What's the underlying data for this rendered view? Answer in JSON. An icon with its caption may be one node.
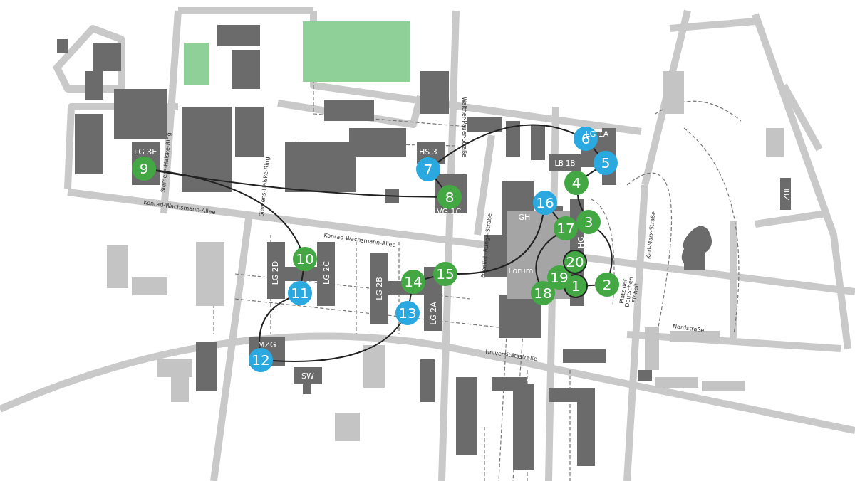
{
  "diagram": {
    "nodes": [
      {
        "text": [
          "1"
        ]
      },
      {
        "text": [
          "2"
        ]
      },
      {
        "text": [
          "3"
        ]
      },
      {
        "text": [
          "4"
        ]
      },
      {
        "text": [
          "5"
        ]
      },
      {
        "text": [
          "6"
        ]
      },
      {
        "text": [
          "7"
        ]
      },
      {
        "text": [
          "8"
        ]
      },
      {
        "text": [
          "9"
        ]
      },
      {
        "text": [
          "10"
        ]
      },
      {
        "text": [
          "11"
        ]
      },
      {
        "text": [
          "12"
        ]
      },
      {
        "text": [
          "13"
        ]
      },
      {
        "text": [
          "14"
        ]
      },
      {
        "text": [
          "15"
        ]
      },
      {
        "text": [
          "16"
        ]
      },
      {
        "text": [
          "17"
        ]
      },
      {
        "text": [
          "18"
        ]
      },
      {
        "text": [
          "19"
        ]
      },
      {
        "text": [
          "20"
        ]
      }
    ],
    "edges": [
      {
        "from": 0,
        "to": 1,
        "arrow": "none"
      },
      {
        "from": 1,
        "to": 2,
        "arrow": "none"
      },
      {
        "from": 2,
        "to": 3,
        "arrow": "none"
      },
      {
        "from": 3,
        "to": 4,
        "arrow": "none"
      },
      {
        "from": 4,
        "to": 5,
        "arrow": "none"
      },
      {
        "from": 5,
        "to": 6,
        "arrow": "none"
      },
      {
        "from": 6,
        "to": 7,
        "arrow": "none"
      },
      {
        "from": 7,
        "to": 8,
        "arrow": "none"
      },
      {
        "from": 8,
        "to": 9,
        "arrow": "none"
      },
      {
        "from": 9,
        "to": 10,
        "arrow": "none"
      },
      {
        "from": 10,
        "to": 11,
        "arrow": "none"
      },
      {
        "from": 11,
        "to": 12,
        "arrow": "none"
      },
      {
        "from": 12,
        "to": 13,
        "arrow": "none"
      },
      {
        "from": 13,
        "to": 14,
        "arrow": "none"
      },
      {
        "from": 14,
        "to": 15,
        "arrow": "none"
      },
      {
        "from": 15,
        "to": 16,
        "arrow": "none"
      },
      {
        "from": 16,
        "to": 17,
        "arrow": "none"
      }
    ],
    "labels": [
      "LG 1A",
      "Walther-Pauer-Straße",
      "HS 3",
      "LB 1B",
      "LG 3E",
      "Siemens-Halske-Ring",
      "Siemens-Halske-Ring",
      "VG 1C",
      "Konrad-Wachsmann-Allee",
      "GH",
      "Friedlieb-Runge-Straße",
      "Karl-Marx-Straße",
      "Konrad-Wachsmann-Allee",
      "HG",
      "Forum",
      "LG 2D",
      "LG 2C",
      "LG 2B",
      "LG 2A",
      "Platz der Deutschen Einheit",
      "IBZ",
      "Nordstraße",
      "MZG",
      "SW",
      "Universitätsstraße"
    ]
  }
}
